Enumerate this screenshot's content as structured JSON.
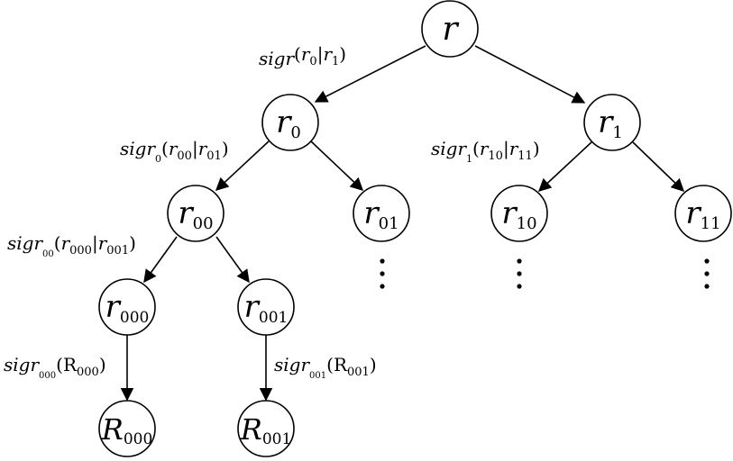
{
  "diagram": {
    "title": "Merkle-style signature tree",
    "nodes": {
      "r": {
        "base": "r",
        "sub": ""
      },
      "r0": {
        "base": "r",
        "sub": "0"
      },
      "r1": {
        "base": "r",
        "sub": "1"
      },
      "r00": {
        "base": "r",
        "sub": "00"
      },
      "r01": {
        "base": "r",
        "sub": "01"
      },
      "r10": {
        "base": "r",
        "sub": "10"
      },
      "r11": {
        "base": "r",
        "sub": "11"
      },
      "r000": {
        "base": "r",
        "sub": "000"
      },
      "r001": {
        "base": "r",
        "sub": "001"
      },
      "R000": {
        "base": "R",
        "sub": "000"
      },
      "R001": {
        "base": "R",
        "sub": "001"
      }
    },
    "edge_labels": {
      "sig_r": {
        "prefix": "sig",
        "signer": "r",
        "signer_sub": "",
        "arg1": "r",
        "arg1_sub": "0",
        "sep": "|",
        "arg2": "r",
        "arg2_sub": "1",
        "open": "(",
        "close": ")"
      },
      "sig_r0": {
        "prefix": "sig",
        "signer": "r",
        "signer_sub": "0",
        "arg1": "r",
        "arg1_sub": "00",
        "sep": "|",
        "arg2": "r",
        "arg2_sub": "01",
        "open": "(",
        "close": ")"
      },
      "sig_r1": {
        "prefix": "sig",
        "signer": "r",
        "signer_sub": "1",
        "arg1": "r",
        "arg1_sub": "10",
        "sep": "|",
        "arg2": "r",
        "arg2_sub": "11",
        "open": "(",
        "close": ")"
      },
      "sig_r00": {
        "prefix": "sig",
        "signer": "r",
        "signer_sub": "00",
        "arg1": "r",
        "arg1_sub": "000",
        "sep": "|",
        "arg2": "r",
        "arg2_sub": "001",
        "open": "(",
        "close": ")"
      },
      "sig_r000": {
        "prefix": "sig",
        "signer": "r",
        "signer_sub": "000",
        "arg1": "R",
        "arg1_sub": "000",
        "open": "(",
        "close": ")"
      },
      "sig_r001": {
        "prefix": "sig",
        "signer": "r",
        "signer_sub": "001",
        "arg1": "R",
        "arg1_sub": "001",
        "open": "(",
        "close": ")"
      }
    },
    "continuation": "⋮"
  }
}
